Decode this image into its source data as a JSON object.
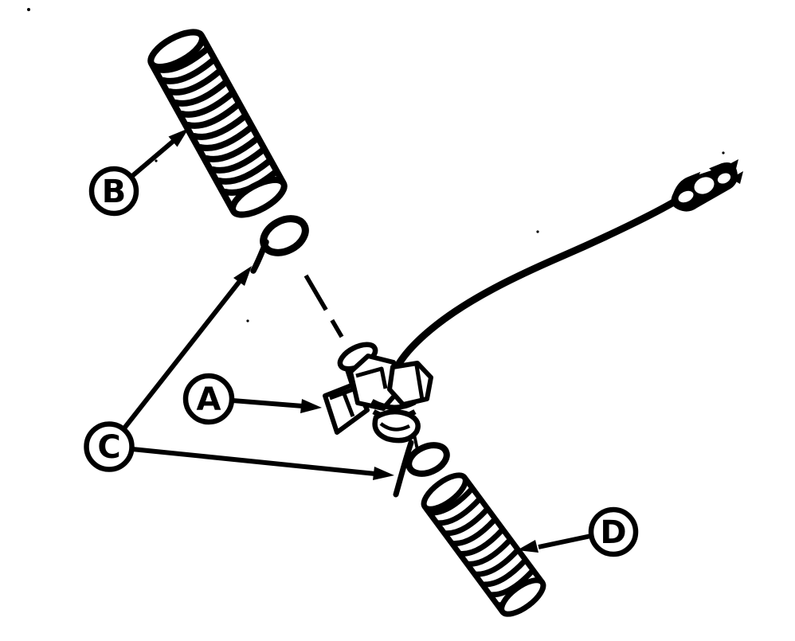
{
  "diagram": {
    "background_color": "#ffffff",
    "ink_color": "#000000",
    "callouts": {
      "a": {
        "letter": "A"
      },
      "b": {
        "letter": "B"
      },
      "c": {
        "letter": "C"
      },
      "d": {
        "letter": "D"
      }
    }
  }
}
